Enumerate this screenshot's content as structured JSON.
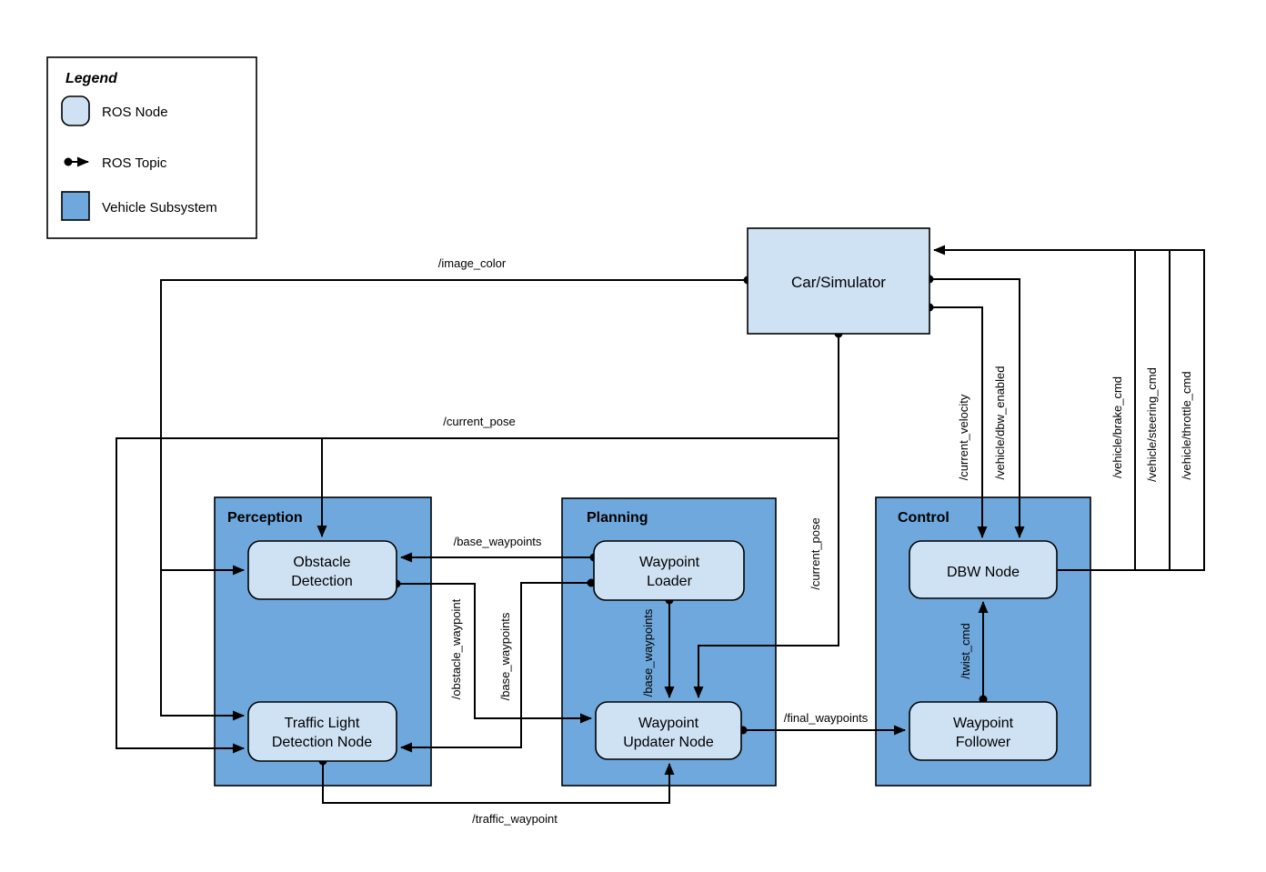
{
  "colors": {
    "node_fill": "#cfe2f3",
    "subsystem_fill": "#6fa8dc",
    "line": "#000000",
    "background": "#ffffff"
  },
  "legend": {
    "title": "Legend",
    "node_label": "ROS Node",
    "topic_label": "ROS Topic",
    "subsystem_label": "Vehicle Subsystem"
  },
  "subsystems": {
    "perception": {
      "title": "Perception"
    },
    "planning": {
      "title": "Planning"
    },
    "control": {
      "title": "Control"
    }
  },
  "nodes": {
    "car_simulator": {
      "label": "Car/Simulator"
    },
    "obstacle_detection": {
      "line1": "Obstacle",
      "line2": "Detection"
    },
    "traffic_light": {
      "line1": "Traffic Light",
      "line2": "Detection Node"
    },
    "waypoint_loader": {
      "line1": "Waypoint",
      "line2": "Loader"
    },
    "waypoint_updater": {
      "line1": "Waypoint",
      "line2": "Updater Node"
    },
    "dbw_node": {
      "label": "DBW Node"
    },
    "waypoint_follower": {
      "line1": "Waypoint",
      "line2": "Follower"
    }
  },
  "topics": {
    "image_color": "/image_color",
    "current_pose": "/current_pose",
    "base_waypoints": "/base_waypoints",
    "obstacle_waypoint": "/obstacle_waypoint",
    "traffic_waypoint": "/traffic_waypoint",
    "final_waypoints": "/final_waypoints",
    "twist_cmd": "/twist_cmd",
    "current_velocity": "/current_velocity",
    "dbw_enabled": "/vehicle/dbw_enabled",
    "brake_cmd": "/vehicle/brake_cmd",
    "steering_cmd": "/vehicle/steering_cmd",
    "throttle_cmd": "/vehicle/throttle_cmd"
  }
}
